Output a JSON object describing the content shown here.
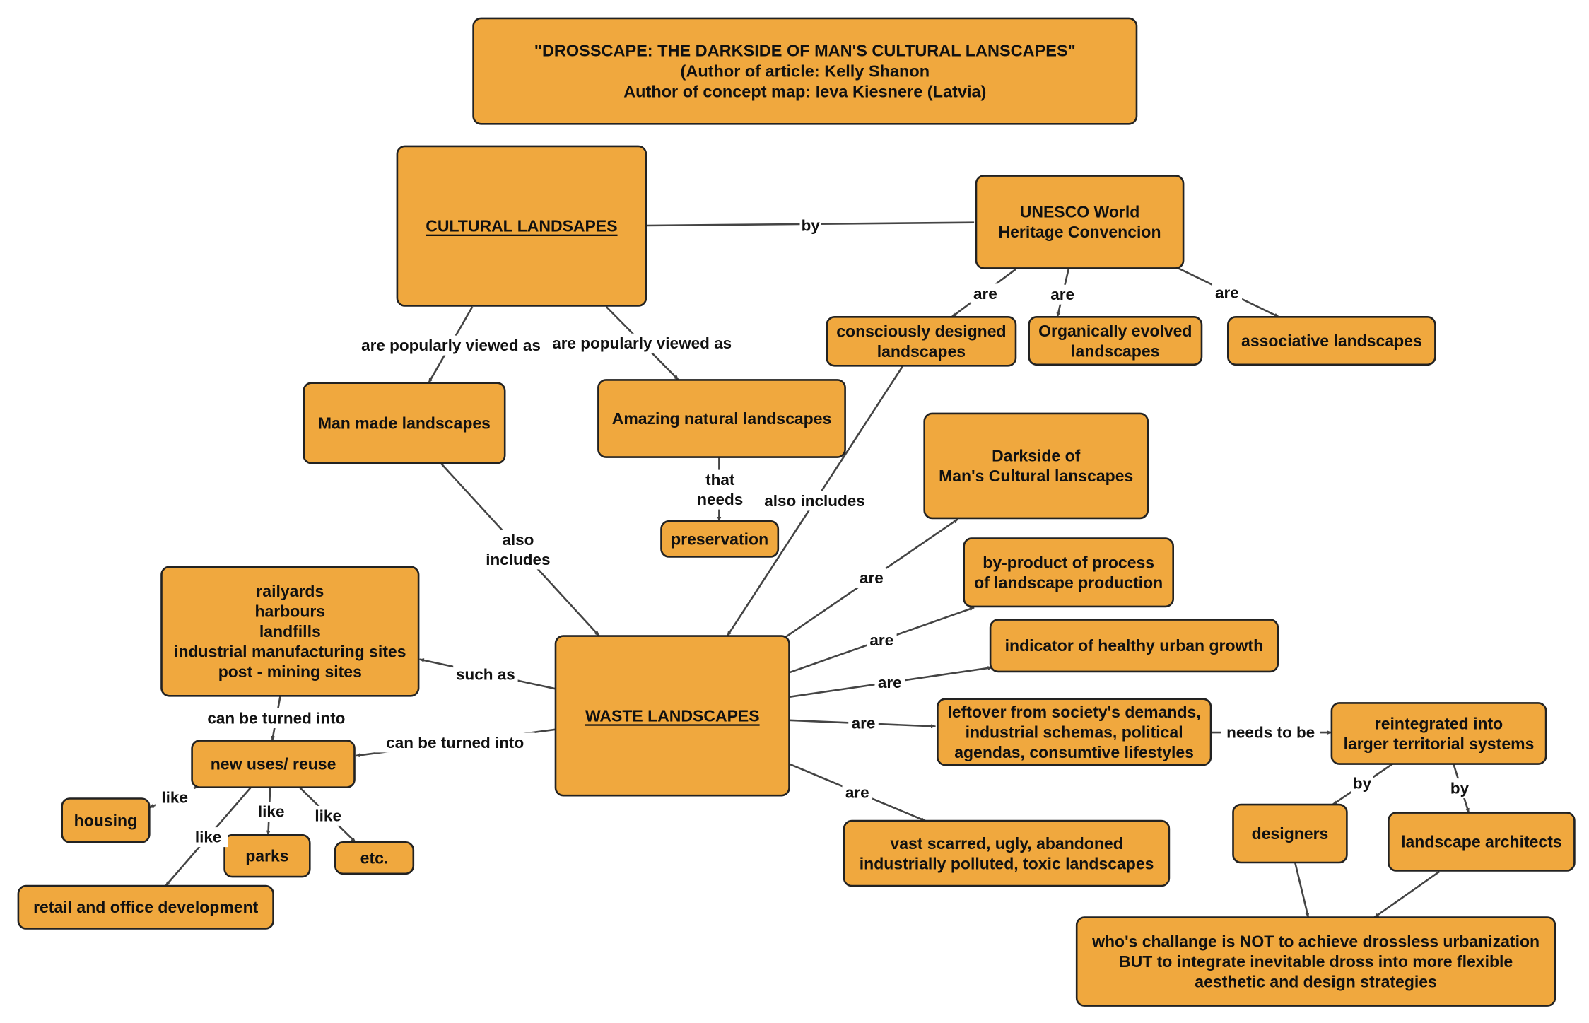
{
  "colors": {
    "node_fill": "#F0A83E",
    "node_stroke": "#222222",
    "edge": "#444444"
  },
  "nodes": {
    "title": {
      "lines": [
        "\"DROSSCAPE: THE DARKSIDE OF MAN'S CULTURAL LANSCAPES\"",
        "(Author of article: Kelly Shanon",
        "Author of concept map: Ieva Kiesnere (Latvia)"
      ]
    },
    "cultural": {
      "lines": [
        "CULTURAL LANDSAPES"
      ]
    },
    "unesco": {
      "lines": [
        "UNESCO World",
        "Heritage Convencion"
      ]
    },
    "conscious": {
      "lines": [
        "consciously designed",
        "landscapes"
      ]
    },
    "organic": {
      "lines": [
        "Organically evolved",
        "landscapes"
      ]
    },
    "associative": {
      "lines": [
        "associative landscapes"
      ]
    },
    "manmade": {
      "lines": [
        "Man made landscapes"
      ]
    },
    "natural": {
      "lines": [
        "Amazing natural landscapes"
      ]
    },
    "preservation": {
      "lines": [
        "preservation"
      ]
    },
    "darkside": {
      "lines": [
        "Darkside of",
        "Man's Cultural lanscapes"
      ]
    },
    "byproduct": {
      "lines": [
        "by-product of process",
        "of landscape production"
      ]
    },
    "indicator": {
      "lines": [
        "indicator of healthy urban growth"
      ]
    },
    "leftover": {
      "lines": [
        "leftover from society's demands,",
        "industrial schemas, political",
        "agendas, consumtive lifestyles"
      ]
    },
    "reintegrated": {
      "lines": [
        "reintegrated into",
        "larger territorial systems"
      ]
    },
    "designers": {
      "lines": [
        "designers"
      ]
    },
    "architects": {
      "lines": [
        "landscape architects"
      ]
    },
    "challenge": {
      "lines": [
        "who's challange is NOT to achieve drossless urbanization",
        "BUT to integrate inevitable dross into more flexible",
        "aesthetic and design strategies"
      ]
    },
    "vast": {
      "lines": [
        "vast scarred, ugly, abandoned",
        "industrially polluted, toxic landscapes"
      ]
    },
    "waste": {
      "lines": [
        "WASTE LANDSCAPES"
      ]
    },
    "sites": {
      "lines": [
        "railyards",
        "harbours",
        "landfills",
        "industrial manufacturing sites",
        "post - mining sites"
      ]
    },
    "newuses": {
      "lines": [
        "new uses/ reuse"
      ]
    },
    "housing": {
      "lines": [
        "housing"
      ]
    },
    "parks": {
      "lines": [
        "parks"
      ]
    },
    "etc": {
      "lines": [
        "etc."
      ]
    },
    "retail": {
      "lines": [
        "retail and office development"
      ]
    }
  },
  "links": {
    "by_unesco": {
      "lines": [
        "by"
      ]
    },
    "are_conscious": {
      "lines": [
        "are"
      ]
    },
    "are_organic": {
      "lines": [
        "are"
      ]
    },
    "are_associative": {
      "lines": [
        "are"
      ]
    },
    "popular_1": {
      "lines": [
        "are popularly viewed as"
      ]
    },
    "popular_2": {
      "lines": [
        "are popularly viewed as"
      ]
    },
    "also_includes_1": {
      "lines": [
        "also",
        "includes"
      ]
    },
    "also_includes_2": {
      "lines": [
        "also includes"
      ]
    },
    "that_needs": {
      "lines": [
        "that",
        "needs"
      ]
    },
    "are_darkside": {
      "lines": [
        "are"
      ]
    },
    "are_byproduct": {
      "lines": [
        "are"
      ]
    },
    "are_indicator": {
      "lines": [
        "are"
      ]
    },
    "are_leftover": {
      "lines": [
        "are"
      ]
    },
    "are_vast": {
      "lines": [
        "are"
      ]
    },
    "needs_to_be": {
      "lines": [
        "needs to be"
      ]
    },
    "by_designers": {
      "lines": [
        "by"
      ]
    },
    "by_architects": {
      "lines": [
        "by"
      ]
    },
    "such_as": {
      "lines": [
        "such as"
      ]
    },
    "turned_into_1": {
      "lines": [
        "can be turned into"
      ]
    },
    "turned_into_2": {
      "lines": [
        "can be turned  into"
      ]
    },
    "like_housing": {
      "lines": [
        "like"
      ]
    },
    "like_parks": {
      "lines": [
        "like"
      ]
    },
    "like_etc": {
      "lines": [
        "like"
      ]
    },
    "like_retail": {
      "lines": [
        "like"
      ]
    }
  }
}
